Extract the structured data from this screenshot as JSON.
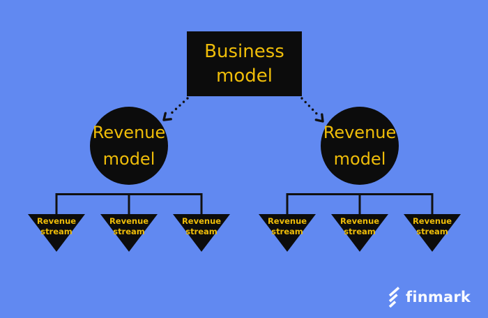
{
  "theme": {
    "bg": "#6189F1",
    "node-bg": "#0C0C0C",
    "gold": "#EFBD09",
    "line": "#111111",
    "brand-white": "#F8FAFF"
  },
  "root": {
    "label": "Business\nmodel"
  },
  "branches": [
    {
      "label": "Revenue\nmodel",
      "streams": [
        {
          "label": "Revenue\nstream"
        },
        {
          "label": "Revenue\nstream"
        },
        {
          "label": "Revenue\nstream"
        }
      ]
    },
    {
      "label": "Revenue\nmodel",
      "streams": [
        {
          "label": "Revenue\nstream"
        },
        {
          "label": "Revenue\nstream"
        },
        {
          "label": "Revenue\nstream"
        }
      ]
    }
  ],
  "footer": {
    "brand": "finmark",
    "icon": "finmark-strokes-icon"
  }
}
